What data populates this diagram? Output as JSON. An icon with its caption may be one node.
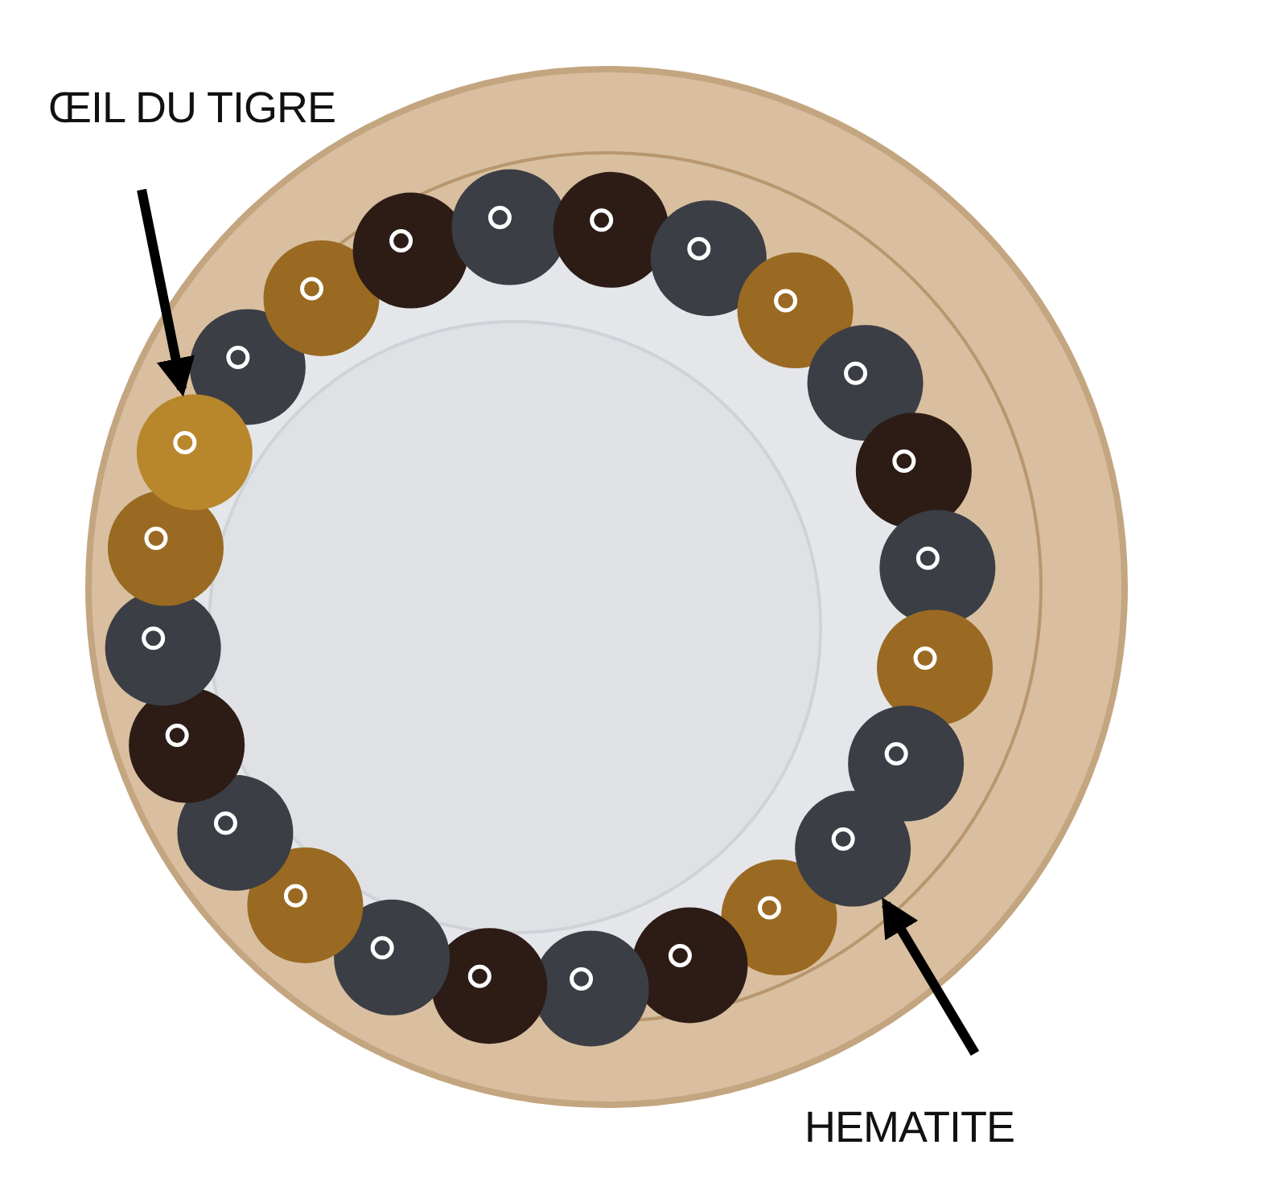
{
  "diagram": {
    "nodes": [
      {
        "text": [
          "ŒIL DU TIGRE"
        ]
      },
      {
        "text": [],
        "shape": "circle"
      },
      {
        "text": [
          "HEMATITE"
        ]
      },
      {
        "text": [],
        "shape": "circle"
      }
    ],
    "edges": [
      {
        "from": 0,
        "to": 1,
        "arrow": "to"
      },
      {
        "from": 2,
        "to": 3,
        "arrow": "to"
      }
    ]
  }
}
